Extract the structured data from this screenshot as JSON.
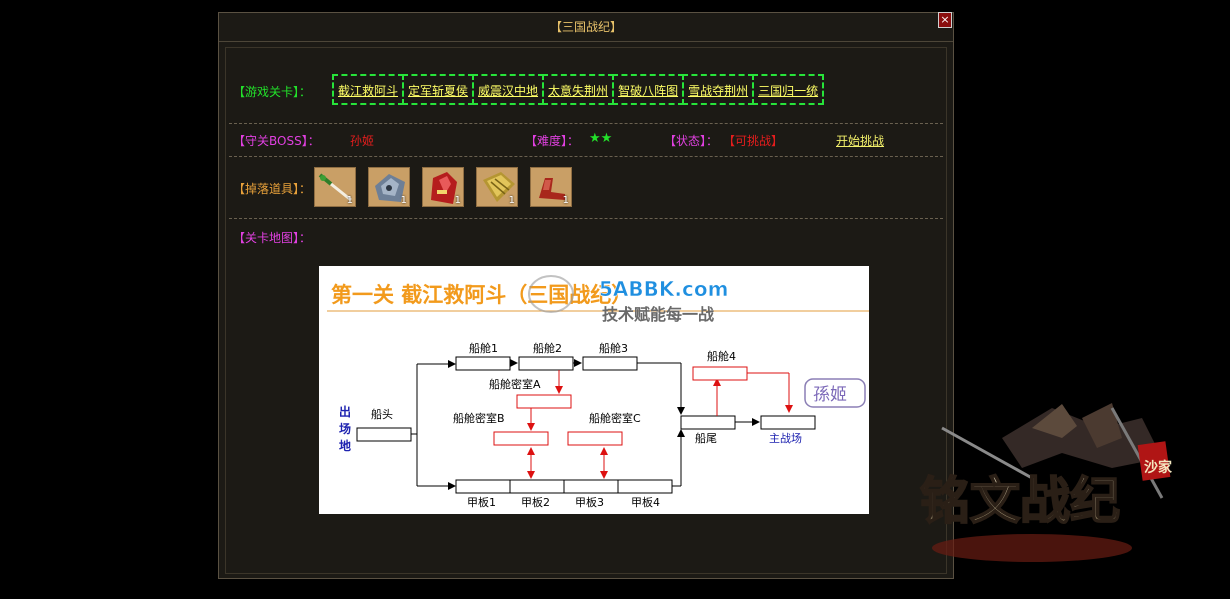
{
  "window": {
    "title": "【三国战纪】",
    "close_label": "×"
  },
  "stages": {
    "label": "【游戏关卡】：",
    "items": [
      "截江救阿斗",
      "定军斩夏侯",
      "威震汉中地",
      "太意失荆州",
      "智破八阵图",
      "雪战夺荆州",
      "三国归一统"
    ]
  },
  "boss_row": {
    "boss_label": "【守关BOSS】：",
    "boss_name": "孙姬",
    "difficulty_label": "【难度】：",
    "difficulty_stars": "★★",
    "status_label": "【状态】：",
    "status_value": "【可挑战】",
    "challenge_link": "开始挑战"
  },
  "drops": {
    "label": "【掉落道具】：",
    "items": [
      {
        "icon": "bamboo-sword-icon",
        "count": "1"
      },
      {
        "icon": "armor-icon",
        "count": "1"
      },
      {
        "icon": "red-robe-icon",
        "count": "1"
      },
      {
        "icon": "golden-tablet-icon",
        "count": "1"
      },
      {
        "icon": "boots-icon",
        "count": "1"
      }
    ]
  },
  "map": {
    "label": "【关卡地图】：",
    "heading": "第一关 截江救阿斗（三国战纪）",
    "watermark_domain": "5ABBK.com",
    "watermark_slogan": "技术赋能每一战",
    "start_text": "出场地",
    "bubble": "孫姬",
    "nodes": {
      "bow": "船头",
      "cabin1": "船舱1",
      "cabin2": "船舱2",
      "cabin3": "船舱3",
      "cabin4": "船舱4",
      "secret_a": "船舱密室A",
      "secret_b": "船舱密室B",
      "secret_c": "船舱密室C",
      "stern": "船尾",
      "arena": "主战场",
      "deck1": "甲板1",
      "deck2": "甲板2",
      "deck3": "甲板3",
      "deck4": "甲板4"
    }
  },
  "logo": {
    "main": "铭文战纪",
    "sub": "沙家"
  },
  "colors": {
    "stage_border": "#27e33a",
    "link": "#f2f06a",
    "accent": "#e8c26a"
  }
}
